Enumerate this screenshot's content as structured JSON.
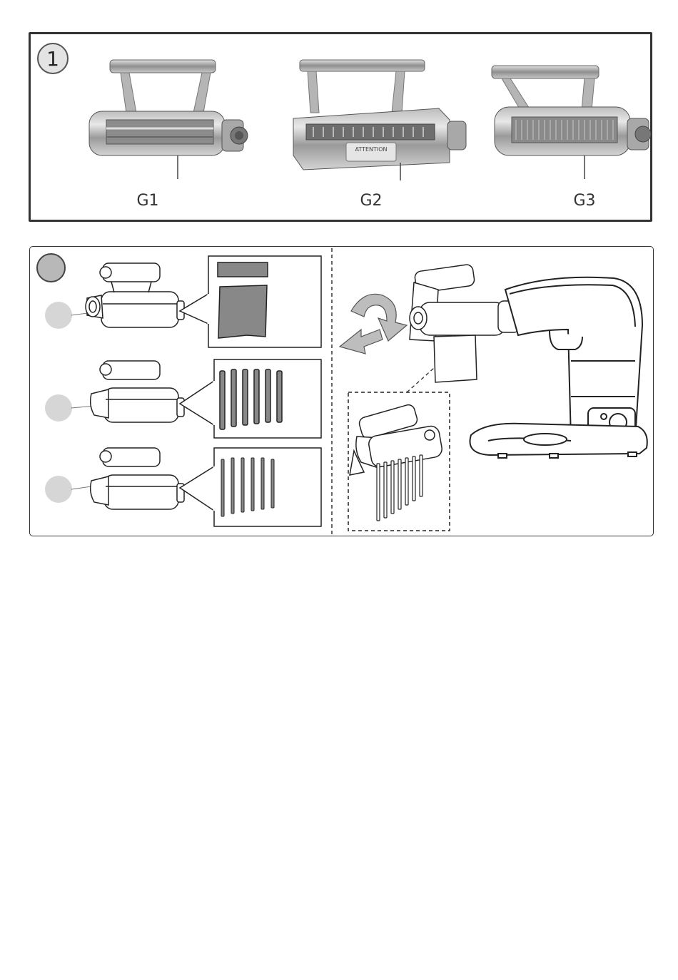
{
  "panel1": {
    "step_number": "1",
    "attachments": [
      {
        "label": "G1"
      },
      {
        "label": "G2",
        "sticker_text": "ATTENTION"
      },
      {
        "label": "G3"
      }
    ]
  },
  "panel2": {
    "step_number": "",
    "variants": [
      {
        "badge": "",
        "output": "sheet"
      },
      {
        "badge": "",
        "output": "wide-strips"
      },
      {
        "badge": "",
        "output": "thin-strips"
      }
    ]
  }
}
